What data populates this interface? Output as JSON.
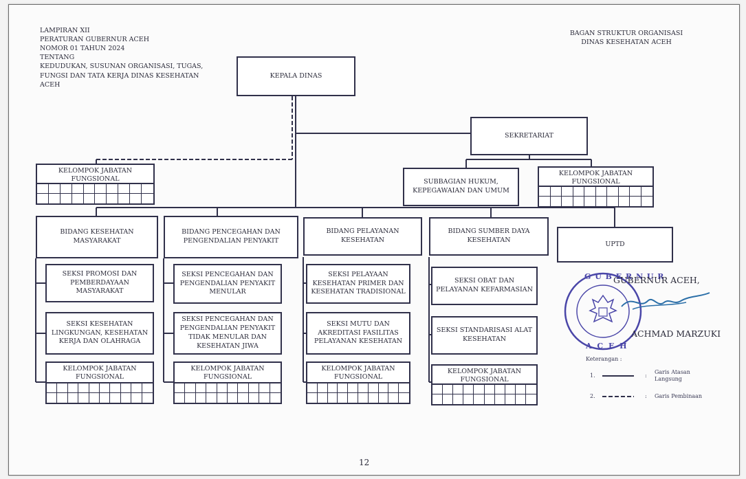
{
  "header_left": {
    "line1": "LAMPIRAN XII",
    "line2": "PERATURAN GUBERNUR ACEH",
    "line3": "NOMOR  01 TAHUN 2024",
    "line4": "TENTANG",
    "line5": "KEDUDUKAN, SUSUNAN ORGANISASI, TUGAS,",
    "line6": "FUNGSI DAN TATA KERJA DINAS KESEHATAN",
    "line7": "ACEH"
  },
  "header_right": {
    "line1": "BAGAN STRUKTUR ORGANISASI",
    "line2": "DINAS KESEHATAN ACEH"
  },
  "org": {
    "kepala": "KEPALA DINAS",
    "sekretariat": "SEKRETARIAT",
    "kjf_left": "KELOMPOK JABATAN FUNGSIONAL",
    "subbagian": "SUBBAGIAN HUKUM, KEPEGAWAIAN DAN UMUM",
    "kjf_sekretariat": "KELOMPOK JABATAN FUNGSIONAL",
    "bidang": [
      {
        "title": "BIDANG KESEHATAN MASYARAKAT",
        "seksi": [
          "SEKSI PROMOSI DAN PEMBERDAYAAN MASYARAKAT",
          "SEKSI KESEHATAN LINGKUNGAN, KESEHATAN KERJA DAN OLAHRAGA"
        ],
        "kjf": "KELOMPOK JABATAN FUNGSIONAL"
      },
      {
        "title": "BIDANG PENCEGAHAN DAN PENGENDALIAN PENYAKIT",
        "seksi": [
          "SEKSI PENCEGAHAN DAN PENGENDALIAN PENYAKIT MENULAR",
          "SEKSI PENCEGAHAN DAN PENGENDALIAN PENYAKIT TIDAK MENULAR DAN KESEHATAN JIWA"
        ],
        "kjf": "KELOMPOK JABATAN FUNGSIONAL"
      },
      {
        "title": "BIDANG PELAYANAN KESEHATAN",
        "seksi": [
          "SEKSI PELAYAAN KESEHATAN PRIMER DAN KESEHATAN TRADISIONAL",
          "SEKSI MUTU DAN AKREDITASI FASILITAS PELAYANAN KESEHATAN"
        ],
        "kjf": "KELOMPOK JABATAN FUNGSIONAL"
      },
      {
        "title": "BIDANG SUMBER DAYA KESEHATAN",
        "seksi": [
          "SEKSI OBAT DAN PELAYANAN KEFARMASIAN",
          "SEKSI STANDARISASI ALAT KESEHATAN"
        ],
        "kjf": "KELOMPOK JABATAN FUNGSIONAL"
      }
    ],
    "uptd": "UPTD"
  },
  "signature": {
    "title": "GUBERNUR ACEH,",
    "name": "ACHMAD MARZUKI",
    "seal_top": "G U B E R N U R",
    "seal_bottom": "A C E H"
  },
  "legend": {
    "heading": "Keterangan :",
    "item1_no": "1.",
    "item1_label": "Garis Atasan Langsung",
    "item2_no": "2.",
    "item2_label": "Garis Pembinaan",
    "colon": ":"
  },
  "page_number": "12"
}
